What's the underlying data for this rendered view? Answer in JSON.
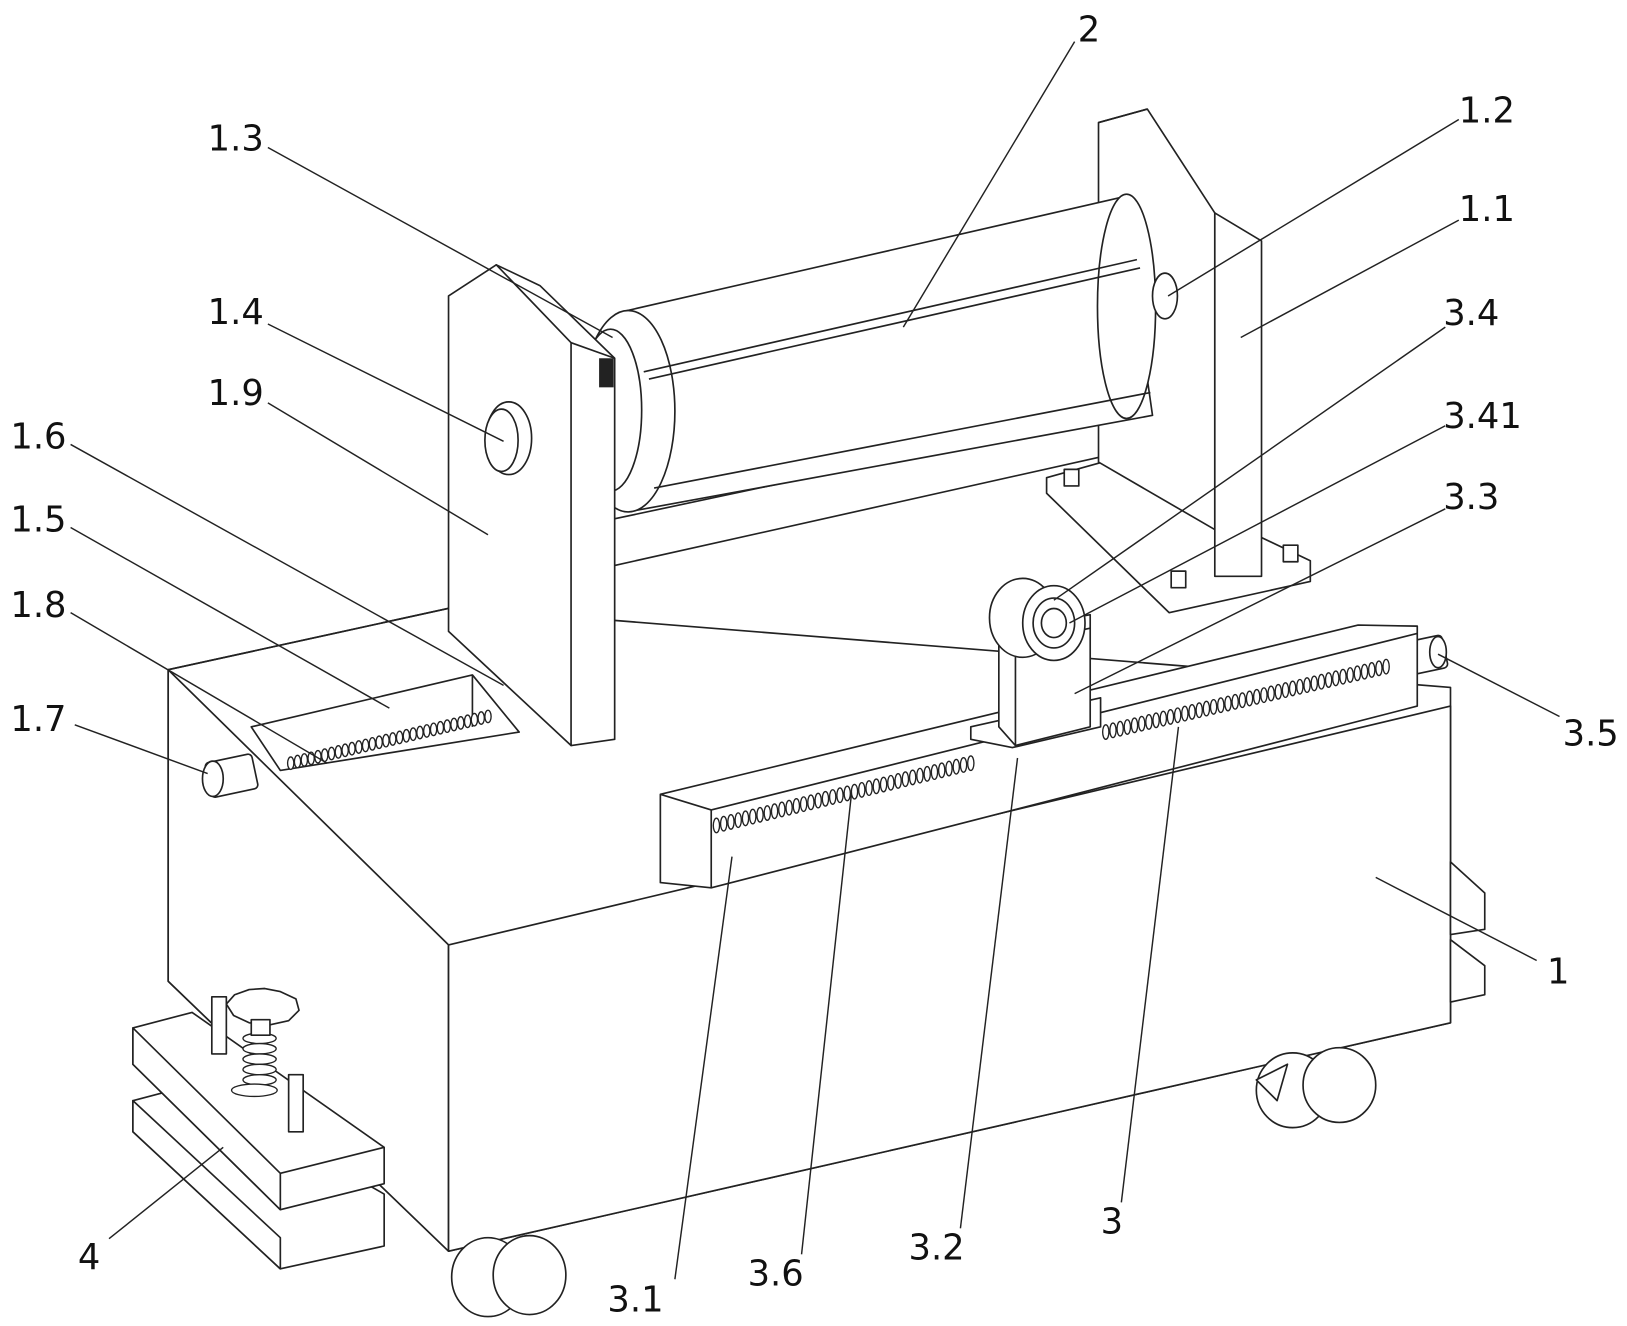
{
  "figure": {
    "labels": {
      "l2": "2",
      "l1_2": "1.2",
      "l1_1": "1.1",
      "l1_3": "1.3",
      "l1_4": "1.4",
      "l1_9": "1.9",
      "l1_6": "1.6",
      "l1_5": "1.5",
      "l1_8": "1.8",
      "l1_7": "1.7",
      "l3_4": "3.4",
      "l3_41": "3.41",
      "l3_3": "3.3",
      "l3_5": "3.5",
      "l1": "1",
      "l3": "3",
      "l3_2": "3.2",
      "l3_6": "3.6",
      "l3_1": "3.1",
      "l4": "4"
    }
  }
}
